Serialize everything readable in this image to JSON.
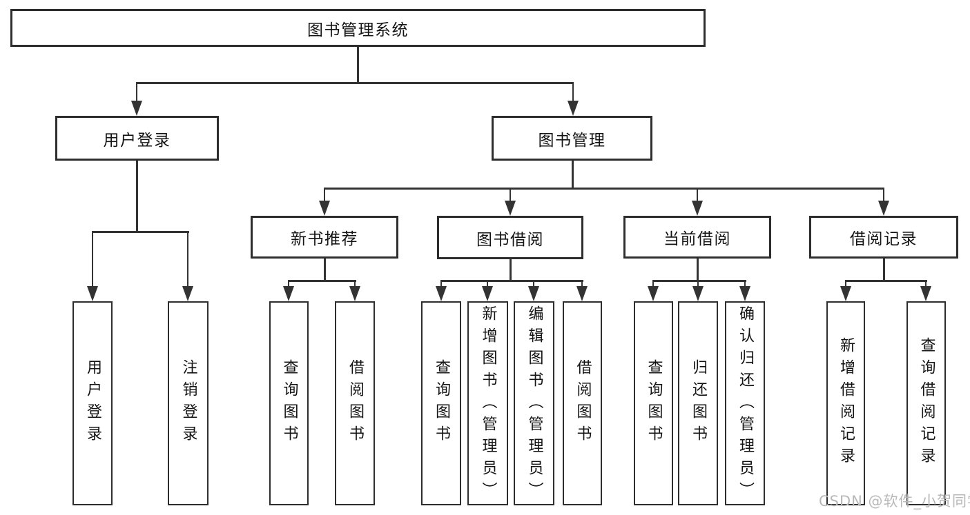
{
  "diagram": {
    "root": {
      "label": "图书管理系统"
    },
    "branches": [
      {
        "label": "用户登录",
        "children": [
          {
            "label": "用户登录"
          },
          {
            "label": "注销登录"
          }
        ]
      },
      {
        "label": "图书管理",
        "children": [
          {
            "label": "新书推荐",
            "children": [
              {
                "label": "查询图书"
              },
              {
                "label": "借阅图书"
              }
            ]
          },
          {
            "label": "图书借阅",
            "children": [
              {
                "label": "查询图书"
              },
              {
                "label": "新增图书（管理员）"
              },
              {
                "label": "编辑图书（管理员）"
              },
              {
                "label": "借阅图书"
              }
            ]
          },
          {
            "label": "当前借阅",
            "children": [
              {
                "label": "查询图书"
              },
              {
                "label": "归还图书"
              },
              {
                "label": "确认归还（管理员）"
              }
            ]
          },
          {
            "label": "借阅记录",
            "children": [
              {
                "label": "新增借阅记录"
              },
              {
                "label": "查询借阅记录"
              }
            ]
          }
        ]
      }
    ],
    "watermark": "CSDN @软件_小贺同学",
    "colors": {
      "background": "#ffffff",
      "line": "#333333",
      "box_border": "#2d2d2d",
      "text": "#141414",
      "watermark_text": "#b8b8b8"
    }
  }
}
